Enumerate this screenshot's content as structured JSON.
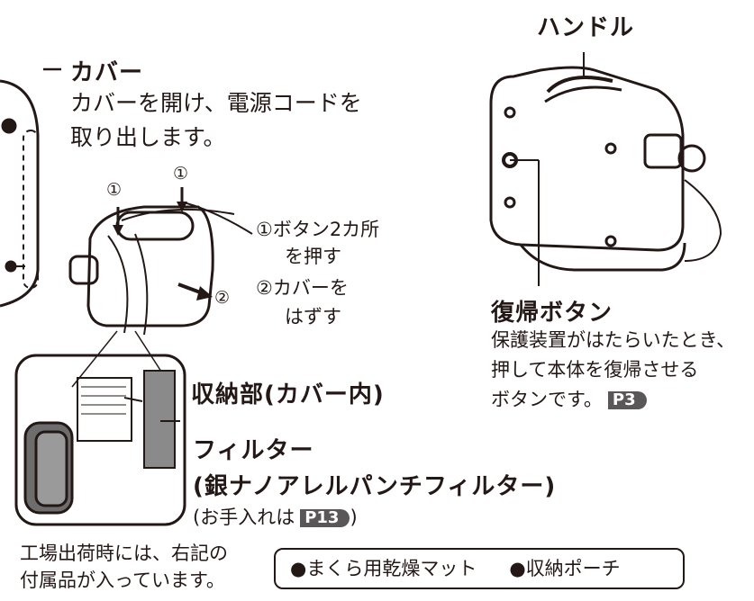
{
  "cover": {
    "title": "カバー",
    "desc_line1": "カバーを開け、電源コードを",
    "desc_line2": "取り出します。"
  },
  "steps": {
    "marker1a": "①",
    "marker1b": "①",
    "marker2": "②",
    "line1": "①ボタン2カ所",
    "line2": "を押す",
    "line3": "②カバーを",
    "line4": "はずす"
  },
  "handle": {
    "label": "ハンドル"
  },
  "reset": {
    "title": "復帰ボタン",
    "desc_line1": "保護装置がはたらいたとき、",
    "desc_line2": "押して本体を復帰させる",
    "desc_line3": "ボタンです。",
    "page_ref": "P3"
  },
  "storage": {
    "title": "収納部(カバー内)"
  },
  "filter": {
    "title": "フィルター",
    "subtitle": "(銀ナノアレルパンチフィルター)",
    "care_prefix": "(お手入れは",
    "care_ref": "P13",
    "care_suffix": ")"
  },
  "shipping": {
    "line1": "工場出荷時には、右記の",
    "line2": "付属品が入っています。",
    "items": [
      "●まくら用乾燥マット",
      "●収納ポーチ"
    ]
  },
  "colors": {
    "ink": "#231815",
    "badge": "#595757"
  }
}
